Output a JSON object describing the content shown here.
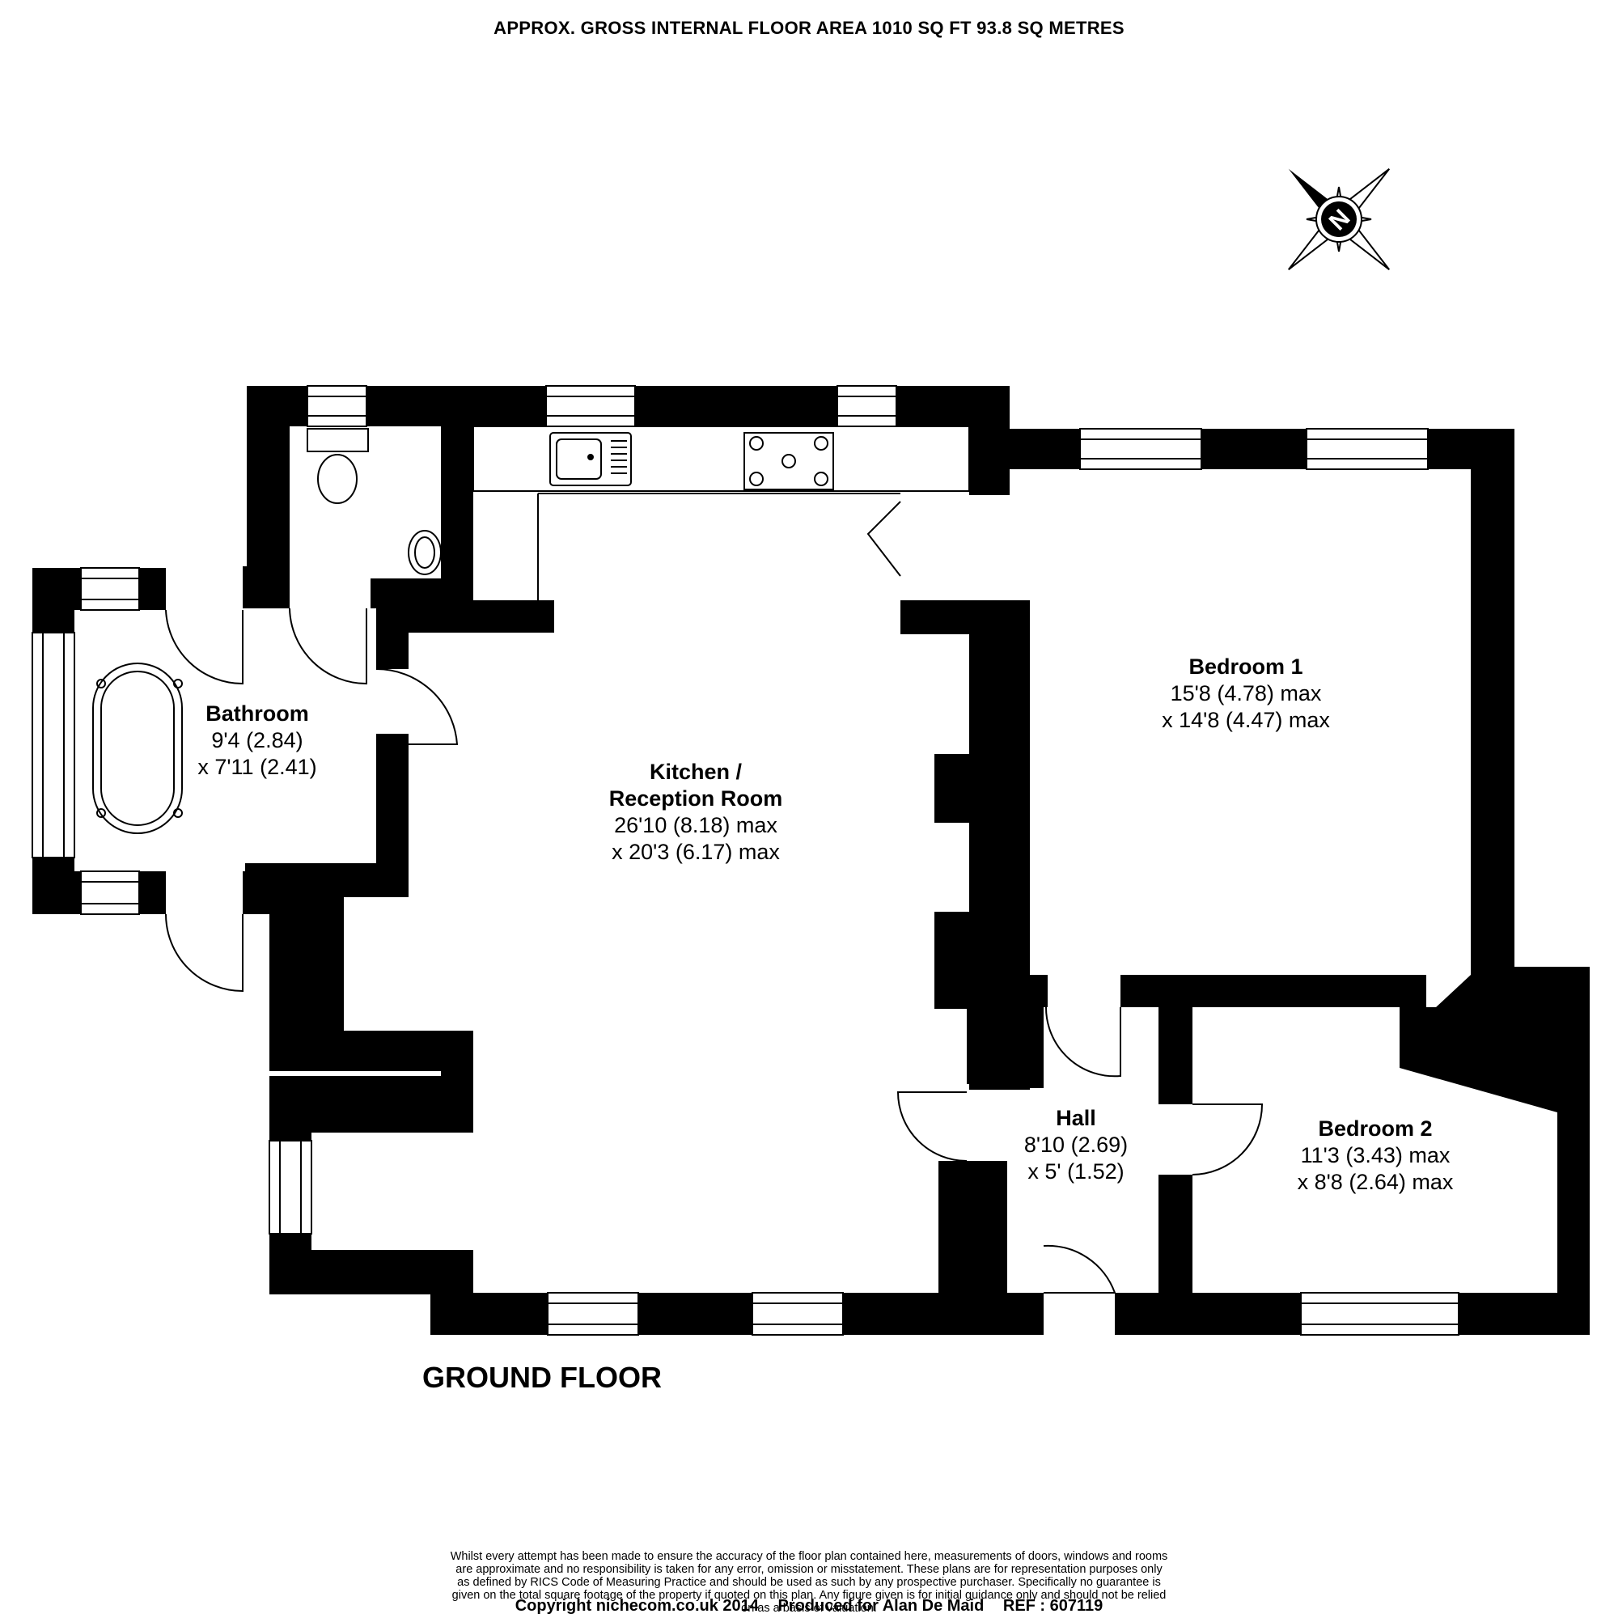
{
  "header": {
    "area_text": "APPROX. GROSS INTERNAL FLOOR AREA 1010 SQ FT 93.8 SQ METRES"
  },
  "floor": {
    "label": "GROUND FLOOR"
  },
  "compass": {
    "letter": "N"
  },
  "rooms": {
    "bathroom": {
      "name": "Bathroom",
      "dim1": "9'4 (2.84)",
      "dim2": "x 7'11 (2.41)"
    },
    "kitchen": {
      "name1": "Kitchen /",
      "name2": "Reception Room",
      "dim1": "26'10 (8.18) max",
      "dim2": "x 20'3 (6.17) max"
    },
    "bedroom1": {
      "name": "Bedroom 1",
      "dim1": "15'8 (4.78) max",
      "dim2": "x 14'8 (4.47) max"
    },
    "hall": {
      "name": "Hall",
      "dim1": "8'10 (2.69)",
      "dim2": "x 5' (1.52)"
    },
    "bedroom2": {
      "name": "Bedroom 2",
      "dim1": "11'3 (3.43) max",
      "dim2": "x 8'8 (2.64) max"
    }
  },
  "disclaimer": {
    "line1": "Whilst every attempt has been made to ensure the accuracy of the floor plan contained here, measurements of doors, windows and rooms",
    "line2": "are approximate and no responsibility is taken for any error, omission or misstatement. These plans are for representation purposes only",
    "line3": "as defined by RICS Code of Measuring Practice and should be used as such by any prospective purchaser.  Specifically no guarantee is",
    "line4": "given on the total square footage of the property if quoted on this plan. Any figure given is for initial guidance only and should not be relied",
    "line5": "on as a basis of valuation."
  },
  "footer": {
    "copyright": "Copyright nichecom.co.uk 2014",
    "produced_for": "Produced for Alan De Maid",
    "ref": "REF :  607119"
  },
  "colors": {
    "wall": "#000000",
    "background": "#ffffff",
    "window_line": "#000000"
  }
}
